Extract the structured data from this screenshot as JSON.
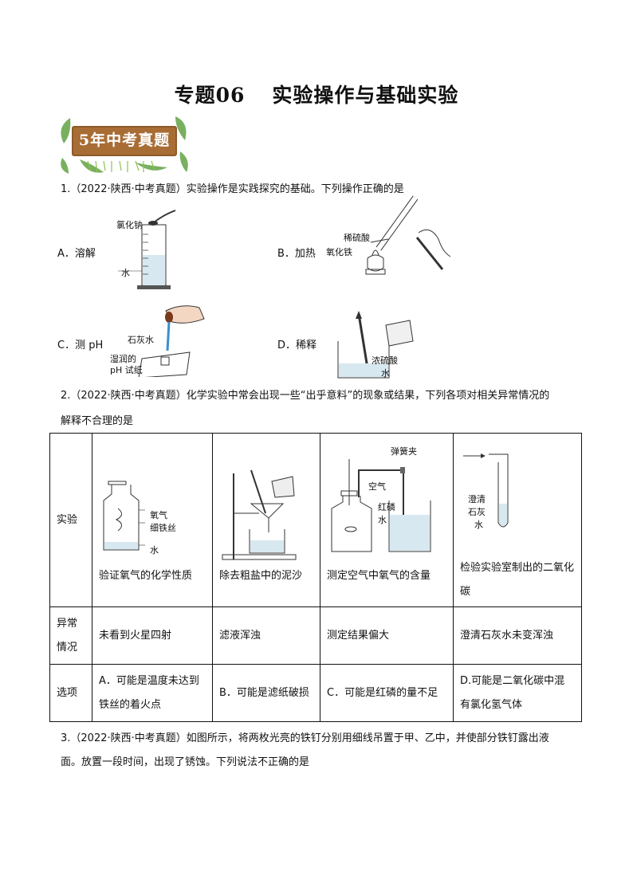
{
  "title": {
    "left": "专题06",
    "right": "实验操作与基础实验"
  },
  "badge": {
    "text": "5年中考真题"
  },
  "q1": {
    "stem": "1.（2022·陕西·中考真题）实验操作是实践探究的基础。下列操作正确的是",
    "options": [
      {
        "label": "A．溶解",
        "tags": [
          "氯化钠",
          "水"
        ]
      },
      {
        "label": "B．加热",
        "tags": [
          "稀硫酸",
          "氧化铁"
        ]
      },
      {
        "label": "C．测 pH",
        "tags": [
          "石灰水",
          "湿润的",
          "pH 试纸"
        ]
      },
      {
        "label": "D．稀释",
        "tags": [
          "浓硫酸",
          "水"
        ]
      }
    ]
  },
  "q2": {
    "stem_line1": "2.（2022·陕西·中考真题）化学实验中常会出现一些“出乎意料”的现象或结果，下列各项对相关异常情况的",
    "stem_line2": "解释不合理的是",
    "row_headers": [
      "实验",
      "异常情况",
      "选项"
    ],
    "figure_tags": {
      "a": [
        "氧气",
        "细铁丝",
        "水"
      ],
      "c": [
        "弹簧夹",
        "空气",
        "红磷",
        "水"
      ],
      "d": [
        "澄清",
        "石灰",
        "水"
      ]
    },
    "experiments": [
      "验证氧气的化学性质",
      "除去粗盐中的泥沙",
      "测定空气中氧气的含量",
      "检验实验室制出的二氧化碳"
    ],
    "anomalies": [
      "未看到火星四射",
      "滤液浑浊",
      "测定结果偏大",
      "澄清石灰水未变浑浊"
    ],
    "choices": [
      "A．可能是温度未达到铁丝的着火点",
      "B．可能是滤纸破损",
      "C．可能是红磷的量不足",
      "D.可能是二氧化碳中混有氯化氢气体"
    ]
  },
  "q3": {
    "stem_line1": "3.（2022·陕西·中考真题）如图所示，将两枚光亮的铁钉分别用细线吊置于甲、乙中，并使部分铁钉露出液",
    "stem_line2": "面。放置一段时间，出现了锈蚀。下列说法不正确的是"
  }
}
